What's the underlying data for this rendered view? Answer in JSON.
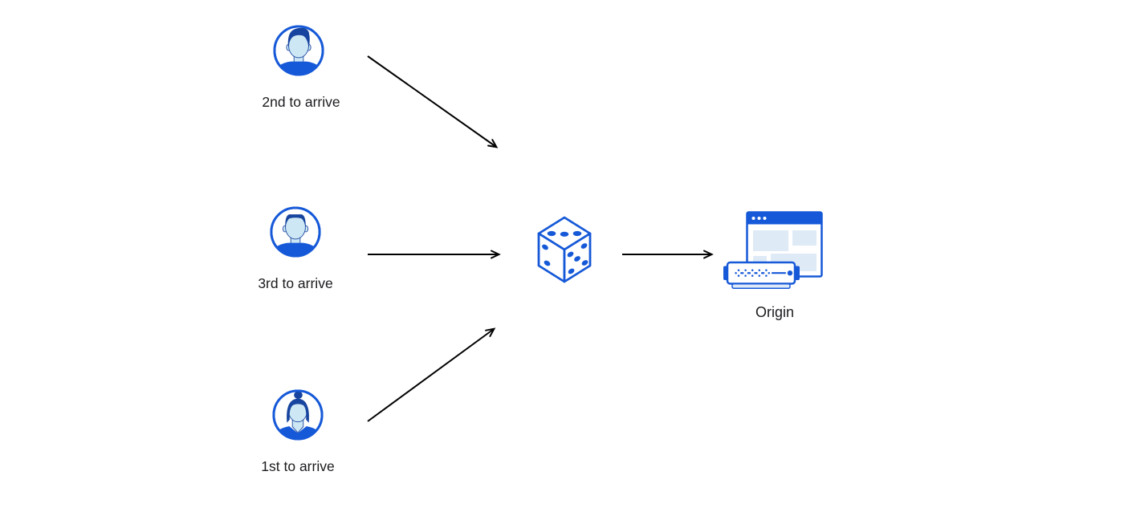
{
  "diagram": {
    "clients": [
      {
        "id": "top",
        "label": "2nd to arrive",
        "icon": "user-avatar-man-swoop-icon"
      },
      {
        "id": "middle",
        "label": "3rd to arrive",
        "icon": "user-avatar-man-flat-icon"
      },
      {
        "id": "bottom",
        "label": "1st to arrive",
        "icon": "user-avatar-woman-bun-icon"
      }
    ],
    "balancer": {
      "icon": "dice-icon",
      "dice_pips": {
        "top_face": 3,
        "left_face": 2,
        "right_face": 5
      }
    },
    "origin": {
      "label": "Origin",
      "icon": "origin-server-browser-icon"
    }
  },
  "palette": {
    "blue": "#1659D8",
    "dark_blue": "#17449E",
    "face_blue": "#CDE7F5",
    "panel_blue": "#DFEAF7",
    "arrow": "#000000",
    "text": "#1B1B1F",
    "background": "#FFFFFF"
  }
}
